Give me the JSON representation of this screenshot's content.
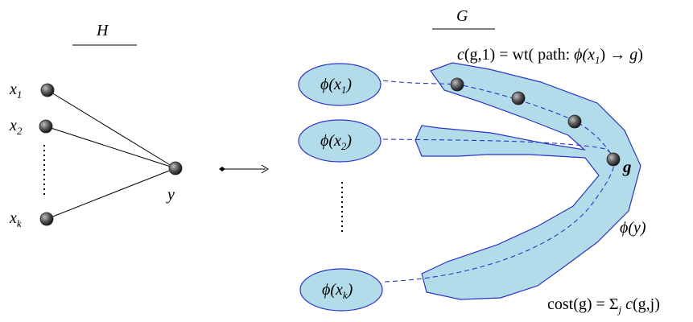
{
  "left": {
    "title": "H",
    "nodes": {
      "x1": {
        "base": "x",
        "sub": "1"
      },
      "x2": {
        "base": "x",
        "sub": "2"
      },
      "xk": {
        "base": "x",
        "sub": "k"
      },
      "y": {
        "label": "y"
      }
    }
  },
  "right": {
    "title": "G",
    "ellipses": [
      {
        "pre": "ϕ(x",
        "sub": "1",
        "post": ")"
      },
      {
        "pre": "ϕ(x",
        "sub": "2",
        "post": ")"
      },
      {
        "pre": "ϕ(x",
        "sub": "k",
        "post": ")"
      }
    ],
    "g_label": "g",
    "phi_y_label": "ϕ(y)",
    "top_formula": {
      "c": "c",
      "args": "(g,1)",
      "rest": " = wt( path: ",
      "phi": "ϕ(x",
      "sub": "1",
      "close": ")",
      "arrow": " → ",
      "g": "g",
      "end": ")"
    },
    "bottom_formula": {
      "cost": "cost",
      "gpar": "(g)",
      "eq": " = Σ",
      "j": "j",
      "c": " c",
      "gj": "(g,j)"
    }
  },
  "colors": {
    "region_fill": "#b3dcea",
    "region_stroke": "#2b35c8",
    "dash": "#2b35c8",
    "node": "#444444"
  }
}
